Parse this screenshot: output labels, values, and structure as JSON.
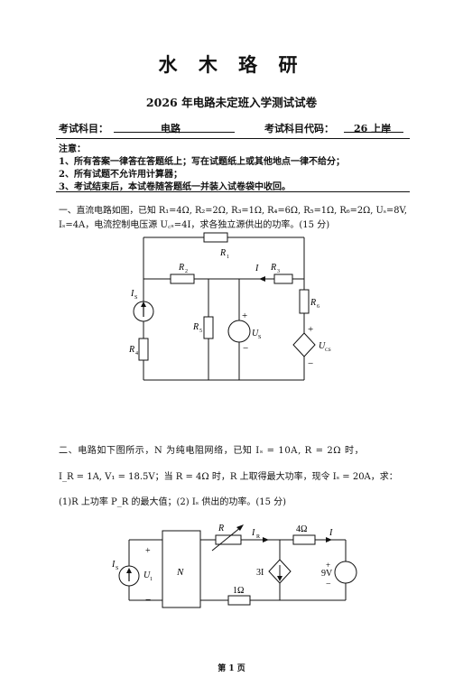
{
  "header": {
    "title": "水 木 珞 研",
    "subtitle": "2026 年电路未定班入学测试试卷"
  },
  "meta": {
    "subject_label": "考试科目：",
    "subject_value": "电路",
    "code_label": "考试科目代码：",
    "code_value": "26 上岸"
  },
  "notes": {
    "heading": "注意：",
    "items": [
      "1、所有答案一律答在答题纸上；写在试题纸上或其他地点一律不给分；",
      "2、所有试题不允许用计算器；",
      "3、考试结束后，本试卷随答题纸一并装入试卷袋中收回。"
    ]
  },
  "question1": {
    "line1": "一、直流电路如图，已知 R₁=4Ω, R₂=2Ω, R₃=1Ω, R₄=6Ω, R₅=1Ω, R₆=2Ω, Uₛ=8V,",
    "line2": "Iₛ=4A，电流控制电压源 U꜀ₛ=4I，求各独立源供出的功率。(15 分)",
    "labels": {
      "r1": "R",
      "r1_sub": "1",
      "r2": "R",
      "r2_sub": "2",
      "r3": "R",
      "r3_sub": "3",
      "r4": "R",
      "r4_sub": "4",
      "r5": "R",
      "r5_sub": "5",
      "r6": "R",
      "r6_sub": "6",
      "i": "I",
      "is": "I",
      "is_sub": "S",
      "us": "U",
      "us_sub": "S",
      "ucs": "U",
      "ucs_sub": "CS",
      "plus": "+",
      "minus": "−"
    }
  },
  "question2": {
    "line1": "二、电路如下图所示，N 为纯电阻网络，已知 Iₛ = 10A, R = 2Ω 时，",
    "line2": "I_R = 1A, V₁ = 18.5V；当 R = 4Ω 时，R 上取得最大功率，现令 Iₛ = 20A，求：",
    "line3": "(1)R 上功率 P_R 的最大值；(2) Iₛ 供出的功率。(15 分)",
    "labels": {
      "r": "R",
      "ir": "I",
      "ir_sub": "R",
      "r4": "4Ω",
      "i": "I",
      "is": "I",
      "is_sub": "S",
      "u1": "U",
      "u1_sub": "1",
      "n": "N",
      "dep": "3I",
      "v9": "9V",
      "r1": "1Ω",
      "plus": "+",
      "minus": "−"
    }
  },
  "footer": "第 1 页"
}
